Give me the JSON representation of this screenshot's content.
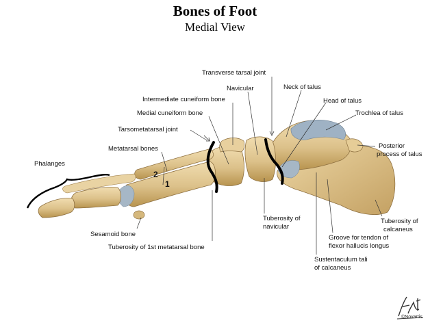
{
  "title": "Bones of Foot",
  "subtitle": "Medial View",
  "labels": {
    "transverse_tarsal_joint": "Transverse tarsal joint",
    "neck_of_talus": "Neck of talus",
    "navicular": "Navicular",
    "intermediate_cuneiform": "Intermediate cuneiform bone",
    "head_of_talus": "Head of talus",
    "medial_cuneiform": "Medial cuneiform bone",
    "trochlea_of_talus": "Trochlea of talus",
    "tarsometatarsal_joint": "Tarsometatarsal joint",
    "posterior_process_line1": "Posterior",
    "posterior_process_line2": "process of talus",
    "metatarsal_bones": "Metatarsal bones",
    "phalanges": "Phalanges",
    "num_2": "2",
    "num_1": "1",
    "sesamoid_bone": "Sesamoid bone",
    "tuberosity_navicular_line1": "Tuberosity of",
    "tuberosity_navicular_line2": "navicular",
    "tuberosity_calcaneus_line1": "Tuberosity of",
    "tuberosity_calcaneus_line2": "calcaneus",
    "groove_line1": "Groove for tendon of",
    "groove_line2": "flexor hallucis longus",
    "tuberosity_1st_metatarsal": "Tuberosity of 1st metatarsal bone",
    "sustentaculum_line1": "Sustentaculum tali",
    "sustentaculum_line2": "of calcaneus"
  },
  "logo_text": "©Novartis",
  "colors": {
    "bone": "#e2c98f",
    "bone_shadow": "#b8944f",
    "cartilage": "#9fb2c4",
    "joint_line": "#000000"
  }
}
